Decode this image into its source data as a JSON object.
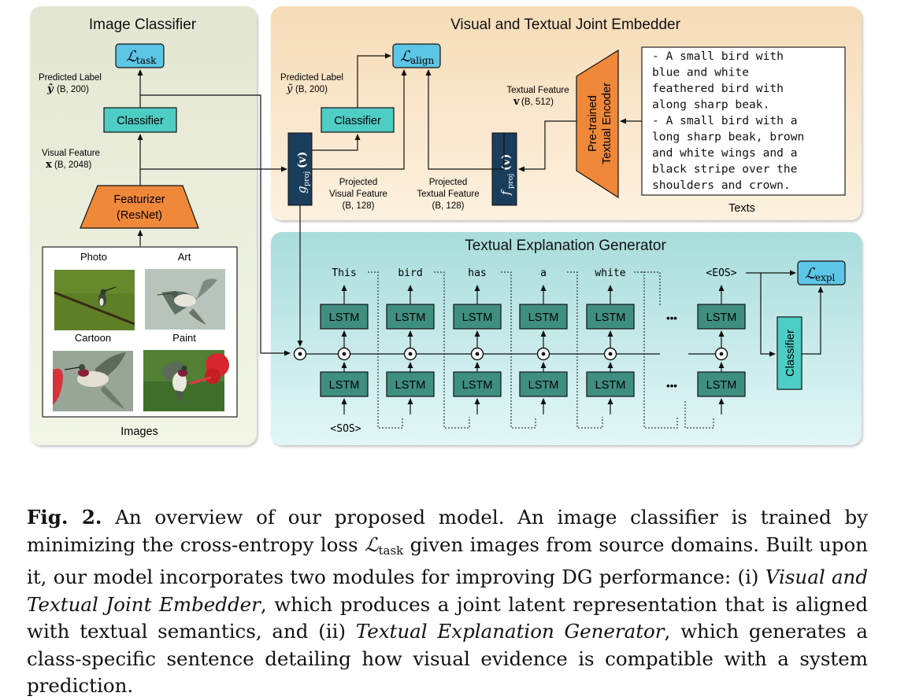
{
  "panels": {
    "image_classifier": "Image Classifier",
    "joint_embedder": "Visual and Textual Joint Embedder",
    "explanation_generator": "Textual Explanation Generator"
  },
  "left": {
    "loss_task": "ℒ",
    "loss_task_sub": "task",
    "predicted_label_title": "Predicted Label",
    "predicted_label_var": "ŷ",
    "predicted_label_shape": "(B, 200)",
    "classifier": "Classifier",
    "visual_feature_title": "Visual Feature",
    "visual_feature_var": "x",
    "visual_feature_shape": "(B, 2048)",
    "featurizer_line1": "Featurizer",
    "featurizer_line2": "(ResNet)",
    "images_label": "Images",
    "image_domains": [
      "Photo",
      "Art",
      "Cartoon",
      "Paint"
    ]
  },
  "embedder": {
    "loss_align": "ℒ",
    "loss_align_sub": "align",
    "predicted_label_title": "Predicted Label",
    "predicted_label_var": "ỹ",
    "predicted_label_shape": "(B, 200)",
    "classifier": "Classifier",
    "g_proj": "g",
    "g_proj_sub": "proj",
    "g_proj_arg": "(v)",
    "f_proj": "f",
    "f_proj_sub": "proj",
    "f_proj_arg": "(v)",
    "proj_visual": [
      "Projected",
      "Visual Feature",
      "(B, 128)"
    ],
    "proj_textual": [
      "Projected",
      "Textual Feature",
      "(B, 128)"
    ],
    "textual_feature_title": "Textual Feature",
    "textual_feature_var": "v",
    "textual_feature_shape": "(B, 512)",
    "encoder_line1": "Pre-trained",
    "encoder_line2": "Textual Encoder",
    "texts_label": "Texts",
    "text_lines": [
      "- A small bird with",
      "blue and white",
      "feathered bird with",
      "along sharp beak.",
      "- A small bird with a",
      "long sharp beak, brown",
      "and white wings and a",
      "black stripe over the",
      "shoulders and crown."
    ]
  },
  "generator": {
    "words": [
      "This",
      "bird",
      "has",
      "a",
      "white"
    ],
    "eos": "<EOS>",
    "sos": "<SOS>",
    "lstm": "LSTM",
    "ellipsis": "•••",
    "classifier": "Classifier",
    "loss_expl": "ℒ",
    "loss_expl_sub": "expl"
  },
  "caption": {
    "fig": "Fig. 2.",
    "t1": " An overview of our proposed model. An image classifier is trained by minimizing the cross-entropy loss ",
    "l_sym": "ℒ",
    "l_sub": "task",
    "t2": " given images from source domains. Built upon it, our model incorporates two modules for improving DG performance: (i) ",
    "i1": "Visual and Textual Joint Embedder",
    "t3": ", which produces a joint latent representation that is aligned with textual semantics, and (ii) ",
    "i2": "Textual Explanation Generator",
    "t4": ", which generates a class-specific sentence detailing how visual evidence is compatible with a system prediction."
  },
  "colors": {
    "panel_left": "#e6ead8",
    "panel_embed": "#f8e3c4",
    "panel_gen": "#b4e2e2",
    "teal_box": "#4ecdc4",
    "dark_teal_box": "#3f8f80",
    "navy_box": "#1a3d5c",
    "orange": "#f0883a",
    "loss_box": "#5dc6e6"
  }
}
